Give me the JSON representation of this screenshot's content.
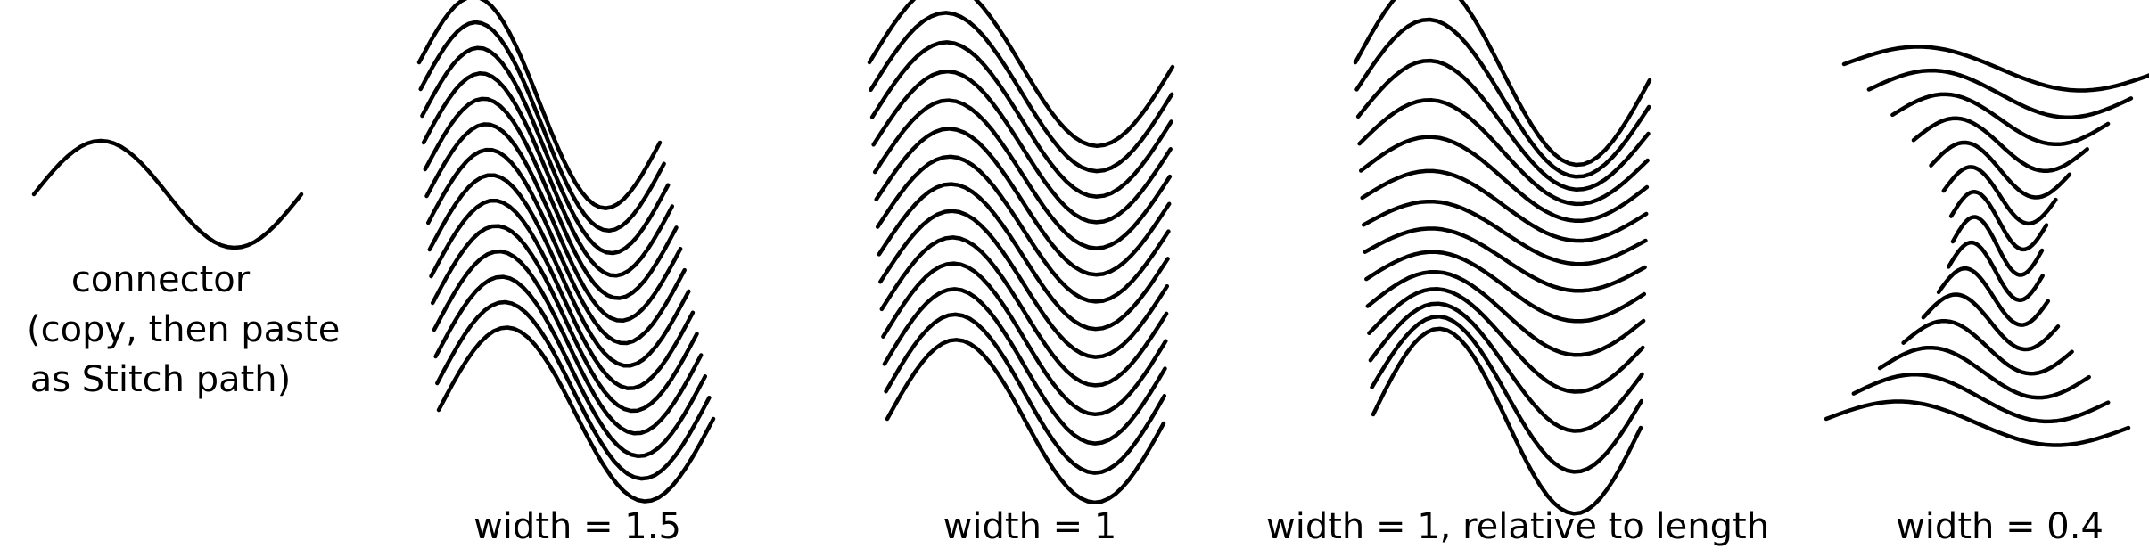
{
  "connector": {
    "line1": "connector",
    "line2": "(copy, then paste",
    "line3": "as Stitch path)"
  },
  "panels": [
    {
      "id": "w15",
      "caption": "width = 1.5"
    },
    {
      "id": "w1",
      "caption": "width = 1"
    },
    {
      "id": "w1r",
      "caption": "width = 1, relative to length"
    },
    {
      "id": "w04",
      "caption": "width = 0.4"
    }
  ],
  "stroke_color": "#000000",
  "background": "#ffffff"
}
